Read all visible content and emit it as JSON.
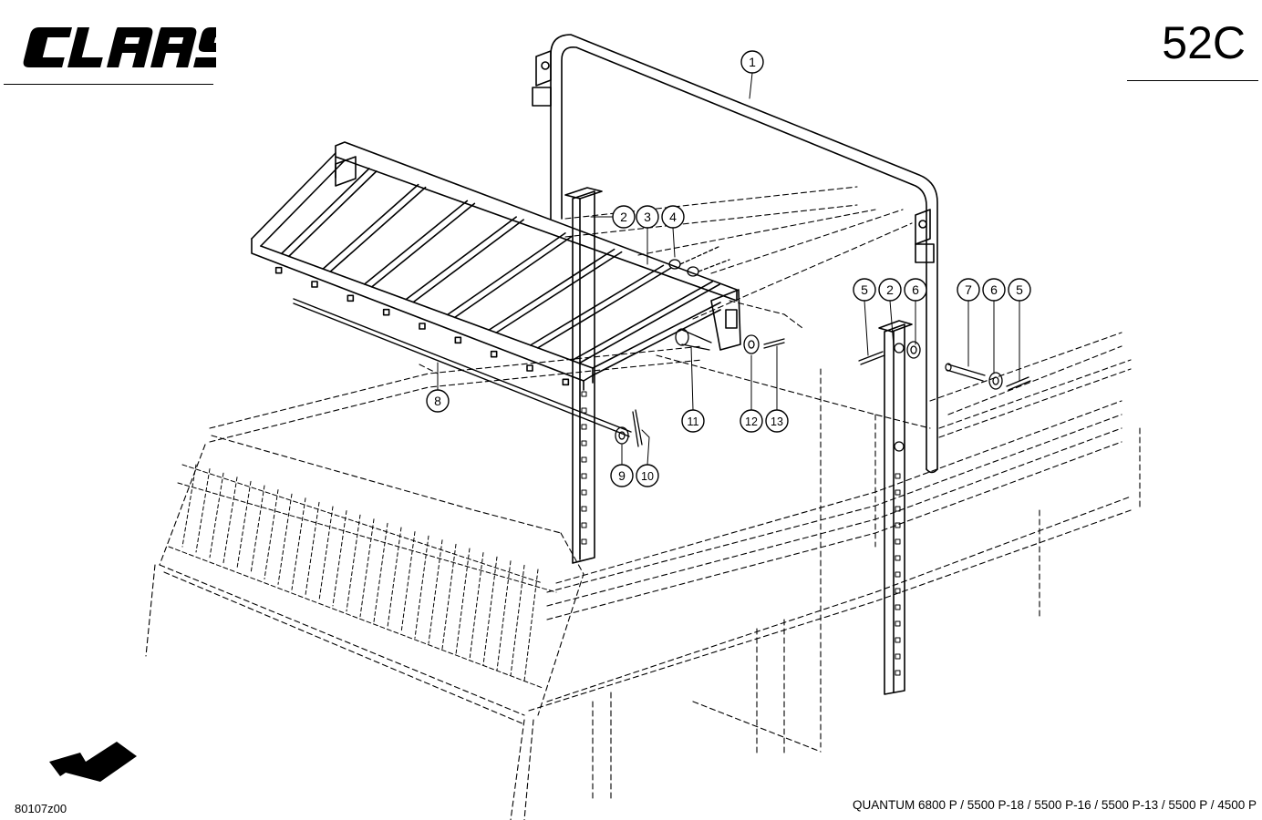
{
  "header": {
    "brand": "CLAAS",
    "page_code": "52C"
  },
  "footer": {
    "drawing_number": "80107z00",
    "models": "QUANTUM 6800 P / 5500 P-18 / 5500 P-16 / 5500 P-13 / 5500 P / 4500 P"
  },
  "callouts": [
    {
      "id": "c1",
      "label": "1"
    },
    {
      "id": "c2a",
      "label": "2"
    },
    {
      "id": "c3",
      "label": "3"
    },
    {
      "id": "c4",
      "label": "4"
    },
    {
      "id": "c5a",
      "label": "5"
    },
    {
      "id": "c2b",
      "label": "2"
    },
    {
      "id": "c6a",
      "label": "6"
    },
    {
      "id": "c7",
      "label": "7"
    },
    {
      "id": "c6b",
      "label": "6"
    },
    {
      "id": "c5b",
      "label": "5"
    },
    {
      "id": "c8",
      "label": "8"
    },
    {
      "id": "c11",
      "label": "11"
    },
    {
      "id": "c12",
      "label": "12"
    },
    {
      "id": "c13",
      "label": "13"
    },
    {
      "id": "c9",
      "label": "9"
    },
    {
      "id": "c10",
      "label": "10"
    }
  ],
  "colors": {
    "ink": "#000000",
    "paper": "#ffffff"
  }
}
